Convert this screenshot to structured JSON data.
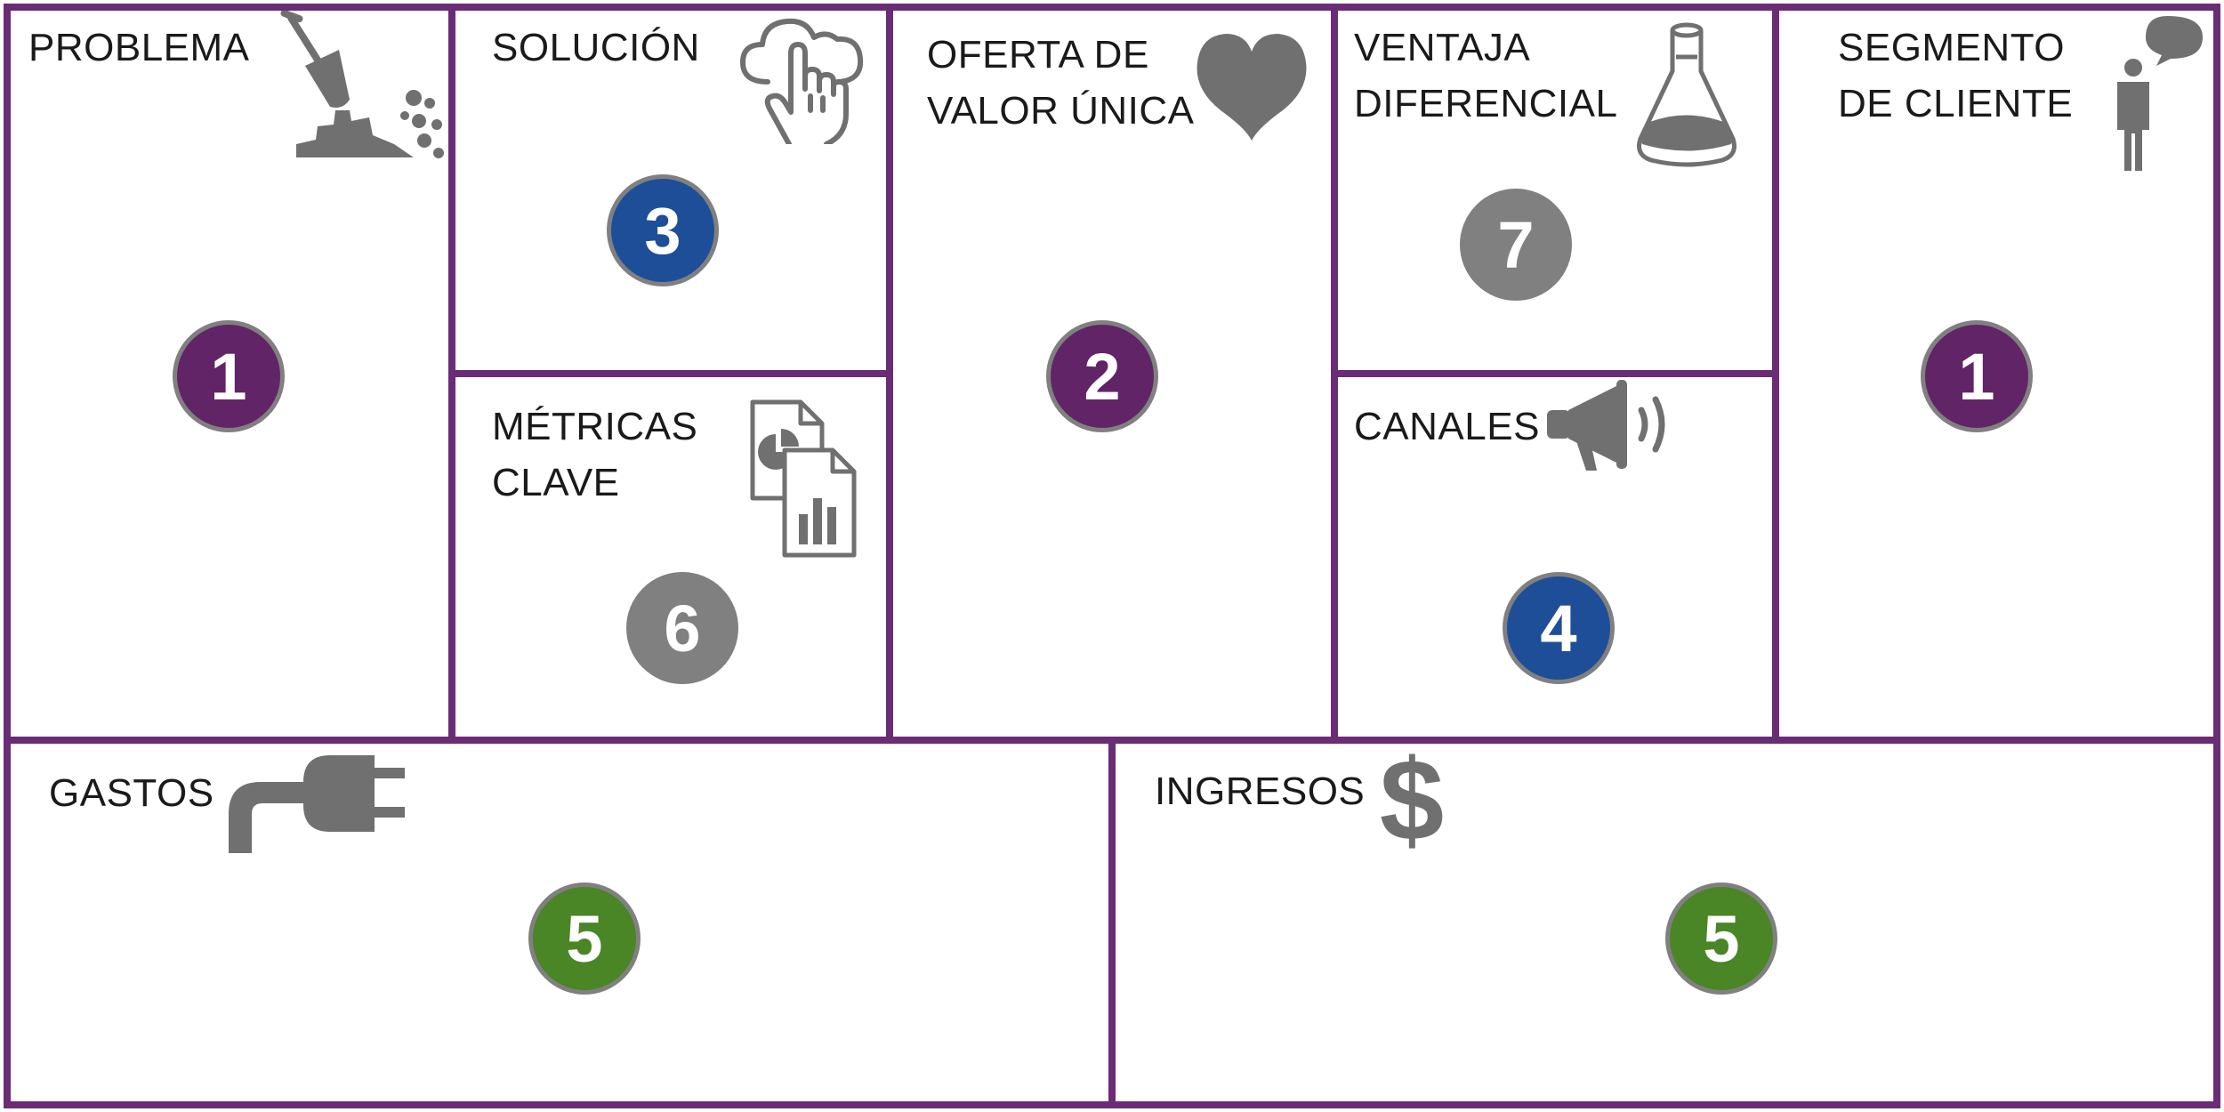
{
  "colors": {
    "frame": "#6a2c75",
    "purple": "#612466",
    "blue": "#1f4e99",
    "grey": "#808080",
    "green": "#4a8526",
    "icon": "#707070"
  },
  "blocks": {
    "problema": {
      "label": "PROBLEMA",
      "number": "1",
      "badge_color": "purple",
      "icon": "shovel-icon"
    },
    "solucion": {
      "label": "SOLUCIÓN",
      "number": "3",
      "badge_color": "blue",
      "icon": "cloud-touch-icon"
    },
    "metricas": {
      "label": "MÉTRICAS\nCLAVE",
      "number": "6",
      "badge_color": "grey",
      "icon": "report-documents-icon"
    },
    "oferta": {
      "label": "OFERTA DE\nVALOR ÚNICA",
      "number": "2",
      "badge_color": "purple",
      "icon": "heart-icon"
    },
    "ventaja": {
      "label": "VENTAJA\nDIFERENCIAL",
      "number": "7",
      "badge_color": "grey",
      "icon": "flask-icon"
    },
    "canales": {
      "label": "CANALES",
      "number": "4",
      "badge_color": "blue",
      "icon": "megaphone-icon"
    },
    "segmento": {
      "label": "SEGMENTO\nDE CLIENTE",
      "number": "1",
      "badge_color": "purple",
      "icon": "person-speech-icon"
    },
    "gastos": {
      "label": "GASTOS",
      "number": "5",
      "badge_color": "green",
      "icon": "power-plug-icon"
    },
    "ingresos": {
      "label": "INGRESOS",
      "number": "5",
      "badge_color": "green",
      "icon": "dollar-icon"
    }
  }
}
